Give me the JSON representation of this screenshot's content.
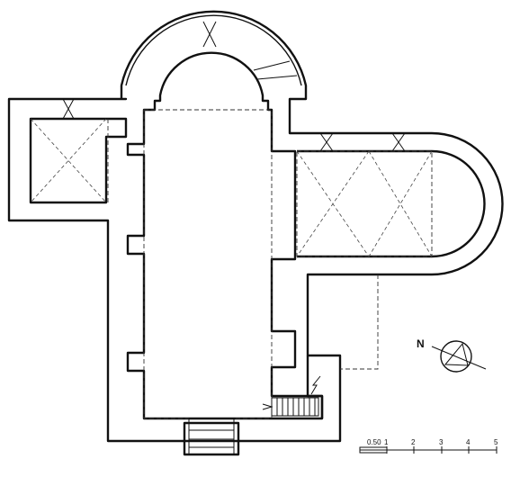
{
  "north_label": "N",
  "scale": {
    "labels": [
      "0.50",
      "1",
      "2",
      "3",
      "4",
      "5"
    ]
  }
}
